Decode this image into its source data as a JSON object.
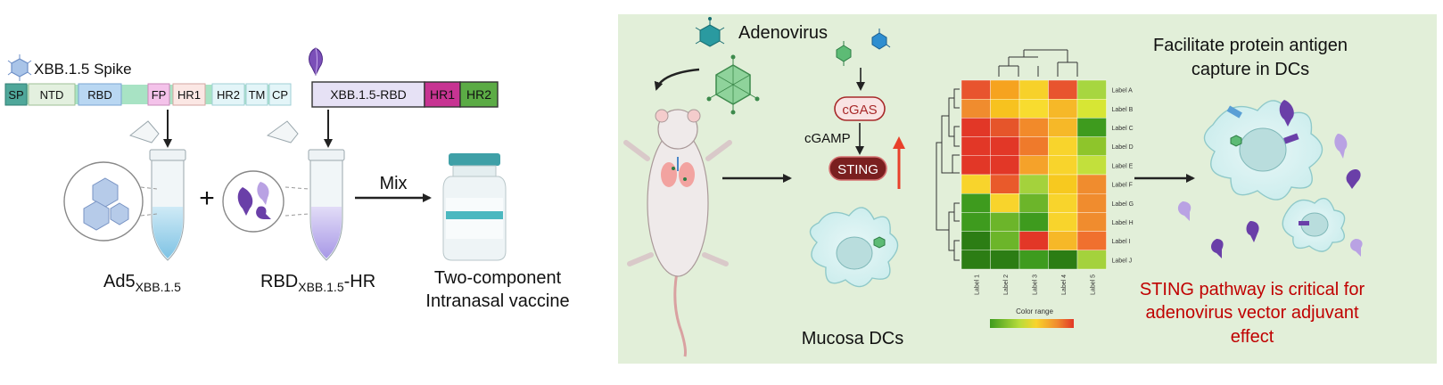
{
  "left": {
    "spike_title": "XBB.1.5 Spike",
    "spike_segments": [
      "SP",
      "NTD",
      "RBD",
      "FP",
      "HR1",
      "HR2",
      "TM",
      "CP"
    ],
    "rbd_construct": [
      "XBB.1.5-RBD",
      "HR1",
      "HR2"
    ],
    "plus": "+",
    "mix": "Mix",
    "label1_main": "Ad5",
    "label1_sub": "XBB.1.5",
    "label2_main": "RBD",
    "label2_sub": "XBB.1.5",
    "label2_tail": "-HR",
    "vaccine_line1": "Two-component",
    "vaccine_line2": "Intranasal vaccine"
  },
  "right": {
    "adenovirus": "Adenovirus",
    "cgas": "cGAS",
    "cgamp": "cGAMP",
    "sting": "STING",
    "mucosa": "Mucosa DCs",
    "heatmap_row_labels": [
      "Label A",
      "Label B",
      "Label C",
      "Label D",
      "Label E",
      "Label F",
      "Label G",
      "Label H",
      "Label I",
      "Label J"
    ],
    "heatmap_col_labels": [
      "Label 1",
      "Label 2",
      "Label 3",
      "Label 4",
      "Label 5"
    ],
    "color_range": "Color range",
    "facilitate_line1": "Facilitate protein antigen",
    "facilitate_line2": "capture in DCs",
    "sting_line1": "STING pathway is critical for",
    "sting_line2": "adenovirus vector adjuvant",
    "sting_line3": "effect"
  },
  "colors": {
    "panel_bg": "#e2efd9",
    "sting_red": "#c00000",
    "heatmap_colors": [
      [
        "#e8542e",
        "#f6a31f",
        "#f7d12a",
        "#e8542e",
        "#a7d640"
      ],
      [
        "#f08c2e",
        "#f7c21f",
        "#f8dc2f",
        "#f6b828",
        "#d7e634"
      ],
      [
        "#e23727",
        "#e6552a",
        "#f28a2a",
        "#f6b828",
        "#3e9b1e"
      ],
      [
        "#e23727",
        "#e23727",
        "#ef7a2b",
        "#f8d42c",
        "#8ec52b"
      ],
      [
        "#e23727",
        "#e23727",
        "#f5a22a",
        "#f8d42c",
        "#c2e03c"
      ],
      [
        "#f8d42c",
        "#e95a2b",
        "#a4d23c",
        "#f7c91f",
        "#f08c2e"
      ],
      [
        "#3e9b1e",
        "#f8d42c",
        "#6cb52a",
        "#f8d42c",
        "#f08c2e"
      ],
      [
        "#3e9b1e",
        "#6cb52a",
        "#3e9b1e",
        "#f8d42c",
        "#f08c2e"
      ],
      [
        "#2c7d14",
        "#6cb52a",
        "#e23727",
        "#f6b828",
        "#f0702e"
      ],
      [
        "#2c7d14",
        "#2c7d14",
        "#3e9b1e",
        "#2c7d14",
        "#a4d23c"
      ]
    ]
  }
}
